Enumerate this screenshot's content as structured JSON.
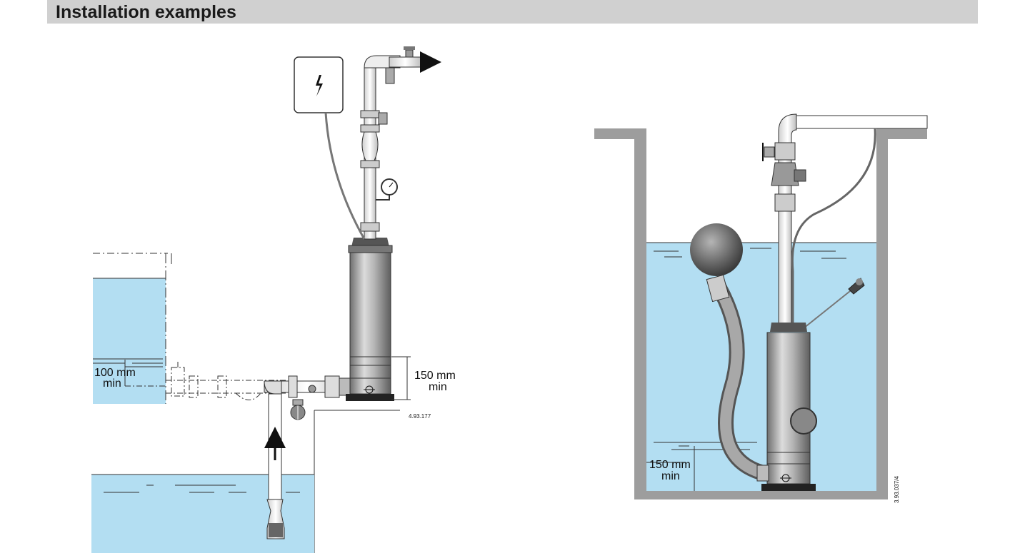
{
  "header": {
    "title": "Installation examples"
  },
  "figure_left": {
    "dim_inlet_line1": "100 mm",
    "dim_inlet_line2": "min",
    "dim_pump_line1": "150 mm",
    "dim_pump_line2": "min",
    "figure_code": "4.93.177",
    "icons": [
      "control-box-icon",
      "lightning-icon",
      "pressure-gauge-icon",
      "flow-arrow-icon"
    ]
  },
  "figure_right": {
    "dim_line1": "150 mm",
    "dim_line2": "min",
    "figure_code": "3.93.037/4",
    "icons": [
      "float-ball-icon",
      "float-switch-icon",
      "valve-icon"
    ]
  },
  "colors": {
    "water": "#b3def2",
    "header": "#d0d0d0",
    "steel": "#9a9a9a",
    "pit_wall": "#9d9d9d"
  }
}
